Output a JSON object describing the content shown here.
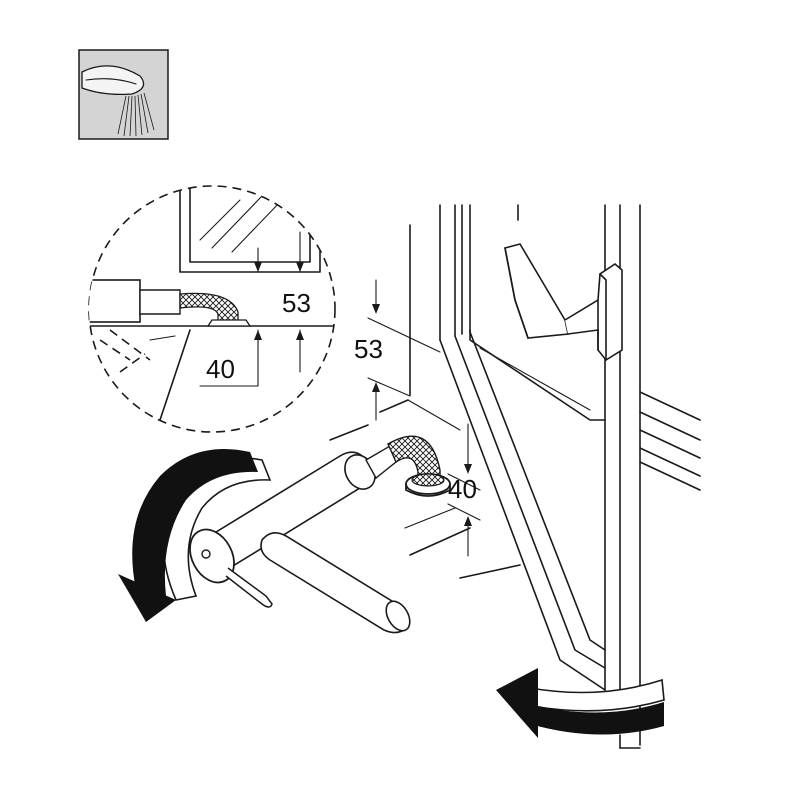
{
  "icon": {
    "name": "shower-spray-icon",
    "background_color": "#d4d4d4"
  },
  "dimensions": {
    "detail_height": "53",
    "detail_width": "40",
    "main_height": "53",
    "main_height_lower": "40"
  },
  "colors": {
    "line": "#1a1a1a",
    "arrow_fill": "#111111",
    "background": "#ffffff"
  }
}
